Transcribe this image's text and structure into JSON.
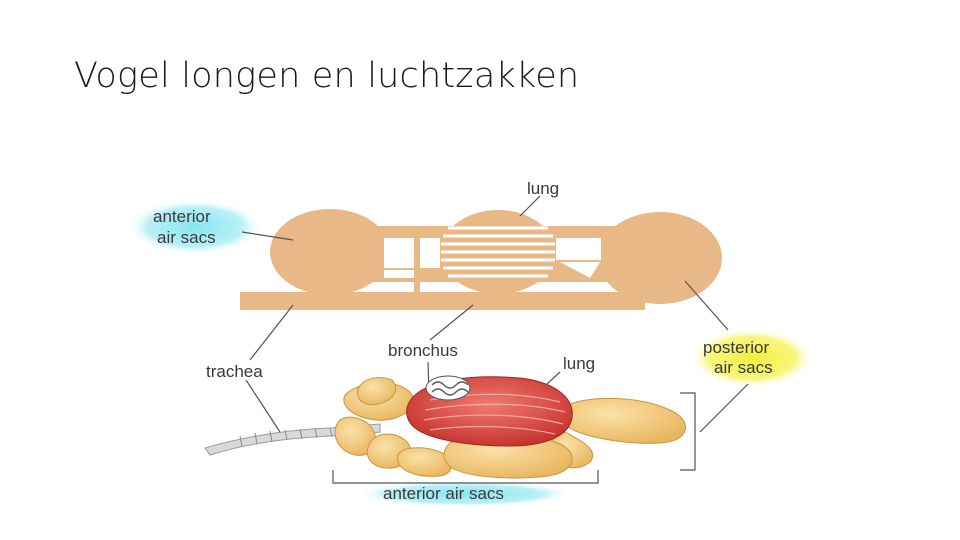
{
  "slide": {
    "title": "Vogel longen en luchtzakken"
  },
  "diagram": {
    "labels": {
      "lung_top": "lung",
      "anterior_left_line1": "anterior",
      "anterior_left_line2": "air sacs",
      "trachea": "trachea",
      "bronchus": "bronchus",
      "lung_bottom": "lung",
      "posterior_line1": "posterior",
      "posterior_line2": "air sacs",
      "anterior_bottom": "anterior air sacs"
    },
    "colors": {
      "schematic_tan": "#e8b887",
      "anterior_highlight": "#7fe3f0",
      "posterior_highlight": "#f3ef3a",
      "lung_red": "#d9463f",
      "air_sac_gold": "#f2c77a"
    }
  }
}
